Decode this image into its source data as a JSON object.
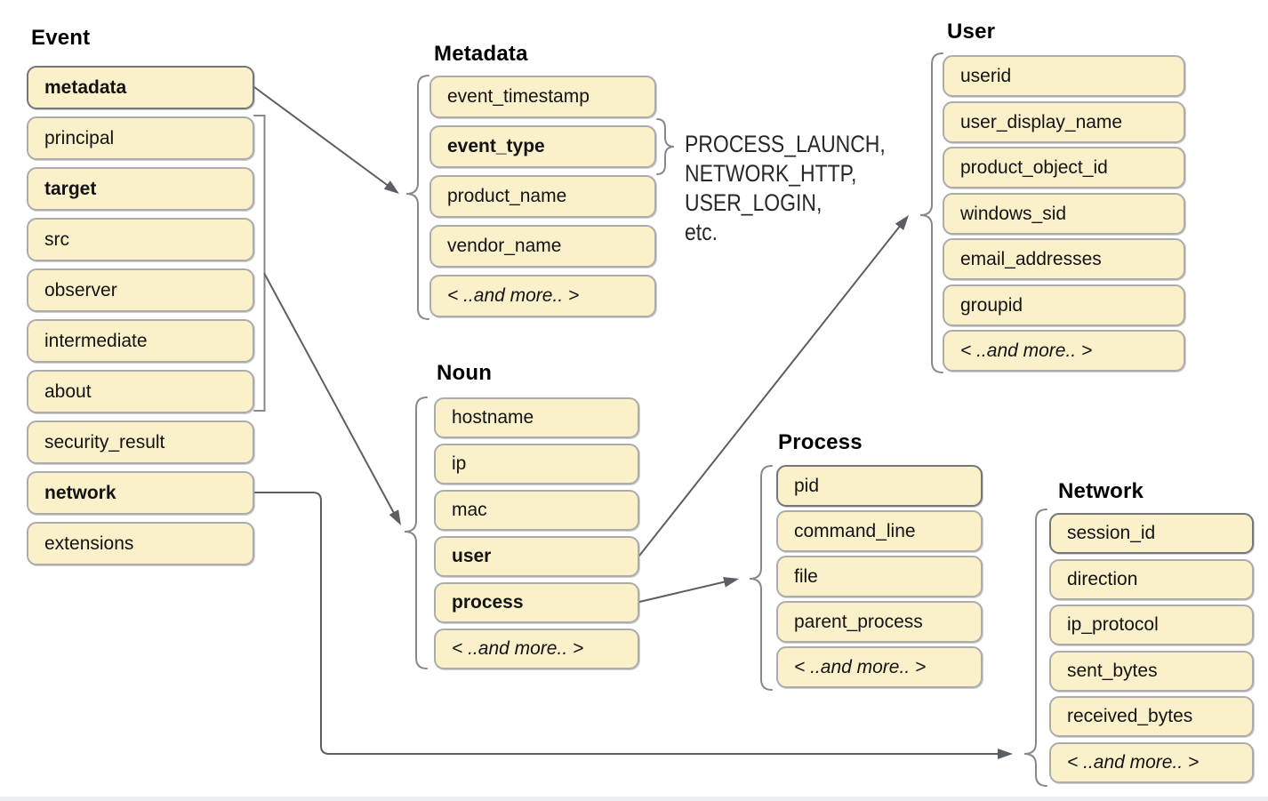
{
  "groups": [
    {
      "id": "event",
      "title": "Event",
      "items": [
        {
          "label": "metadata",
          "bold": true,
          "dark_border": true
        },
        {
          "label": "principal"
        },
        {
          "label": "target",
          "bold": true
        },
        {
          "label": "src"
        },
        {
          "label": "observer"
        },
        {
          "label": "intermediate"
        },
        {
          "label": "about"
        },
        {
          "label": "security_result"
        },
        {
          "label": "network",
          "bold": true
        },
        {
          "label": "extensions"
        }
      ]
    },
    {
      "id": "metadata",
      "title": "Metadata",
      "items": [
        {
          "label": "event_timestamp"
        },
        {
          "label": "event_type",
          "bold": true
        },
        {
          "label": "product_name"
        },
        {
          "label": "vendor_name"
        },
        {
          "label": "< ..and more.. >",
          "italic": true
        }
      ]
    },
    {
      "id": "noun",
      "title": "Noun",
      "items": [
        {
          "label": "hostname"
        },
        {
          "label": "ip"
        },
        {
          "label": "mac"
        },
        {
          "label": "user",
          "bold": true
        },
        {
          "label": "process",
          "bold": true
        },
        {
          "label": "< ..and more.. >",
          "italic": true
        }
      ]
    },
    {
      "id": "user",
      "title": "User",
      "items": [
        {
          "label": "userid"
        },
        {
          "label": "user_display_name"
        },
        {
          "label": "product_object_id"
        },
        {
          "label": "windows_sid"
        },
        {
          "label": "email_addresses"
        },
        {
          "label": "groupid"
        },
        {
          "label": "< ..and more.. >",
          "italic": true
        }
      ]
    },
    {
      "id": "process",
      "title": "Process",
      "items": [
        {
          "label": "pid",
          "dark_border": true
        },
        {
          "label": "command_line"
        },
        {
          "label": "file"
        },
        {
          "label": "parent_process"
        },
        {
          "label": "< ..and more.. >",
          "italic": true
        }
      ]
    },
    {
      "id": "network",
      "title": "Network",
      "items": [
        {
          "label": "session_id",
          "dark_border": true
        },
        {
          "label": "direction"
        },
        {
          "label": "ip_protocol"
        },
        {
          "label": "sent_bytes"
        },
        {
          "label": "received_bytes"
        },
        {
          "label": "< ..and more.. >",
          "italic": true
        }
      ]
    }
  ],
  "annotation": {
    "lines": [
      "PROCESS_LAUNCH,",
      "NETWORK_HTTP,",
      "USER_LOGIN,",
      "etc."
    ]
  },
  "colors": {
    "box_fill": "#FAF0C9",
    "box_border": "#ACACAC",
    "box_border_dark": "#73777C",
    "brace": "#85898E",
    "connector": "#5B5F65",
    "text": "#131313"
  }
}
